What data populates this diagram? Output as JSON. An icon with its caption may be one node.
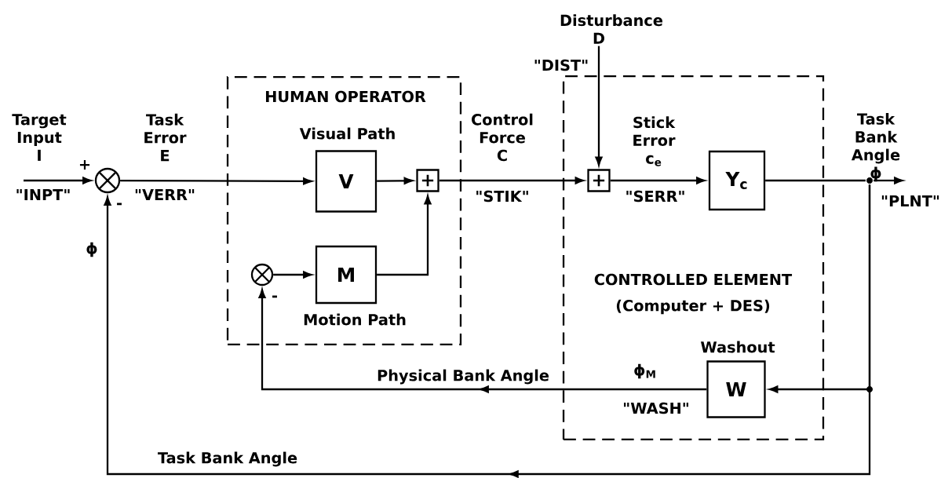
{
  "diagram": {
    "nodes": [
      {
        "text": [
          "HUMAN OPERATOR"
        ]
      },
      {
        "text": [
          "CONTROLLED ELEMENT",
          "(Computer + DES)"
        ]
      },
      {
        "text": [],
        "shape": "circle"
      },
      {
        "text": [
          "V"
        ],
        "in": 0,
        "beside": [
          "Visual Path"
        ]
      },
      {
        "text": [
          "M"
        ],
        "in": 0,
        "beside": [
          "Motion Path"
        ]
      },
      {
        "text": [],
        "shape": "circle",
        "in": 0
      },
      {
        "text": [
          "+"
        ],
        "in": 0
      },
      {
        "text": [
          "+"
        ],
        "in": 1
      },
      {
        "text": [
          "Y$_{c}$"
        ],
        "in": 1
      },
      {
        "text": [
          "W"
        ],
        "in": 1,
        "beside": [
          "Washout"
        ]
      },
      {
        "text": [],
        "shape": "dot"
      },
      {
        "text": [
          "Disturbance D"
        ]
      },
      {
        "text": [
          "Task Bank Angle ϕ"
        ]
      }
    ],
    "edges": [
      {
        "from": null,
        "to": 2,
        "arrow": "to"
      },
      {
        "from": 2,
        "to": 3,
        "arrow": "to"
      },
      {
        "from": 3,
        "to": 6,
        "arrow": "to"
      },
      {
        "from": 4,
        "to": 6,
        "arrow": "to"
      },
      {
        "from": 5,
        "to": 4,
        "arrow": "to"
      },
      {
        "from": 6,
        "to": 7,
        "arrow": "to"
      },
      {
        "from": 11,
        "to": 7,
        "arrow": "to"
      },
      {
        "from": 7,
        "to": 8,
        "arrow": "to"
      },
      {
        "from": 8,
        "to": 10,
        "arrow": "none"
      },
      {
        "from": 10,
        "to": 12,
        "arrow": "to"
      },
      {
        "from": 10,
        "to": 9,
        "arrow": "to"
      },
      {
        "from": 9,
        "to": 5,
        "arrow": "to"
      },
      {
        "from": 10,
        "to": 2,
        "arrow": "to"
      }
    ],
    "labels": [
      "\"DIST\"",
      "Target Input I",
      "+",
      "\"INPT\"",
      "-",
      "ϕ",
      "Task Error E",
      "\"VERR\"",
      "-",
      "Control Force C",
      "\"STIK\"",
      "Stick Error c$_{e}$",
      "\"SERR\"",
      "\"PLNT\"",
      "Physical Bank Angle",
      "ϕ$_{M}$",
      "\"WASH\"",
      "Task Bank Angle"
    ]
  }
}
